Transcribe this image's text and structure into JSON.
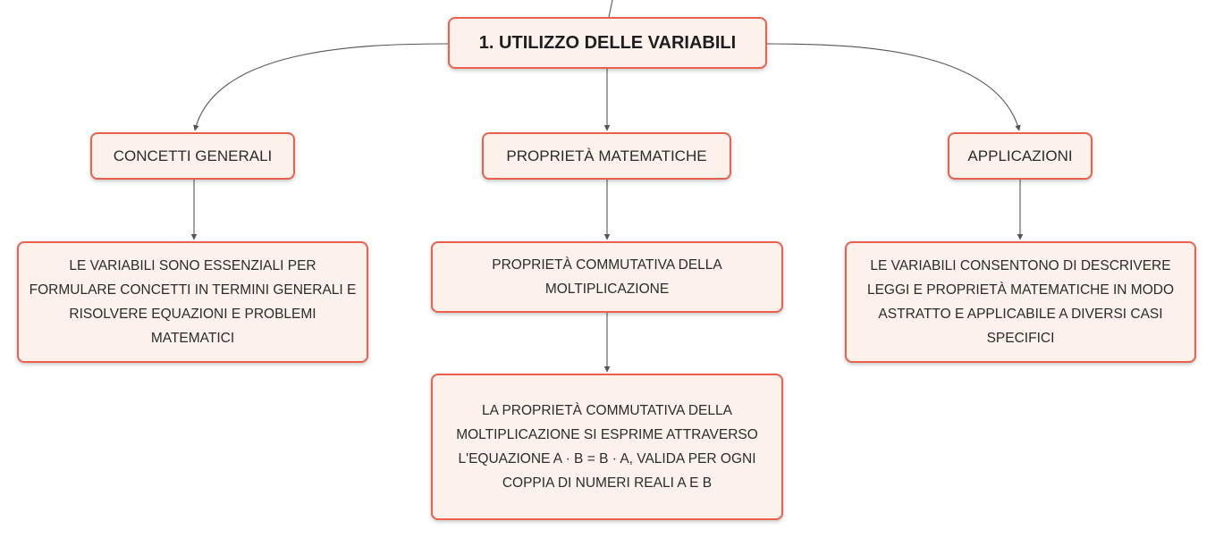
{
  "diagram": {
    "root": {
      "label": "1. UTILIZZO DELLE VARIABILI"
    },
    "branches": {
      "concetti_generali": {
        "label": "CONCETTI GENERALI",
        "description": "LE VARIABILI SONO ESSENZIALI PER FORMULARE CONCETTI IN TERMINI GENERALI E RISOLVERE EQUAZIONI E PROBLEMI MATEMATICI"
      },
      "proprieta_matematiche": {
        "label": "PROPRIETÀ MATEMATICHE",
        "description": "PROPRIETÀ COMMUTATIVA DELLA MOLTIPLICAZIONE",
        "detail": "LA PROPRIETÀ COMMUTATIVA DELLA MOLTIPLICAZIONE SI ESPRIME ATTRAVERSO L'EQUAZIONE A · B = B · A, VALIDA PER OGNI COPPIA DI NUMERI REALI A E B"
      },
      "applicazioni": {
        "label": "APPLICAZIONI",
        "description": "LE VARIABILI CONSENTONO DI DESCRIVERE LEGGI E PROPRIETÀ MATEMATICHE IN MODO ASTRATTO E APPLICABILE A DIVERSI CASI SPECIFICI"
      }
    },
    "colors": {
      "node_fill": "#fdf1ec",
      "node_border": "#e8614e",
      "connector": "#555555"
    }
  }
}
